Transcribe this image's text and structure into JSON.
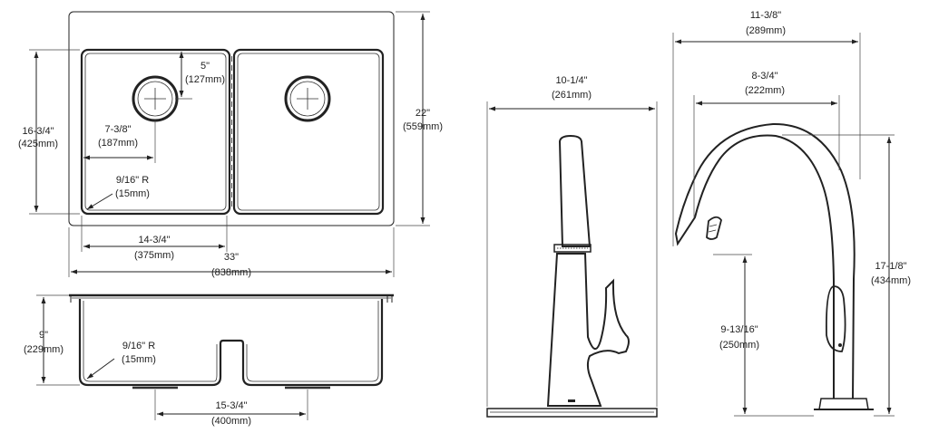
{
  "sink_top": {
    "overall_width": {
      "imperial": "33\"",
      "metric": "(838mm)"
    },
    "overall_depth": {
      "imperial": "22\"",
      "metric": "(559mm)"
    },
    "bowl_depth": {
      "imperial": "16-3/4\"",
      "metric": "(425mm)"
    },
    "bowl_width": {
      "imperial": "14-3/4\"",
      "metric": "(375mm)"
    },
    "drain_from_back": {
      "imperial": "5\"",
      "metric": "(127mm)"
    },
    "drain_from_side": {
      "imperial": "7-3/8\"",
      "metric": "(187mm)"
    },
    "corner_radius": {
      "imperial": "9/16\" R",
      "metric": "(15mm)"
    }
  },
  "sink_side": {
    "bowl_height": {
      "imperial": "9\"",
      "metric": "(229mm)"
    },
    "corner_radius": {
      "imperial": "9/16\" R",
      "metric": "(15mm)"
    },
    "drain_spacing": {
      "imperial": "15-3/4\"",
      "metric": "(400mm)"
    }
  },
  "faucet_front": {
    "base_width": {
      "imperial": "10-1/4\"",
      "metric": "(261mm)"
    }
  },
  "faucet_side": {
    "overall_reach": {
      "imperial": "11-3/8\"",
      "metric": "(289mm)"
    },
    "spout_reach": {
      "imperial": "8-3/4\"",
      "metric": "(222mm)"
    },
    "overall_height": {
      "imperial": "17-1/8\"",
      "metric": "(434mm)"
    },
    "spout_height": {
      "imperial": "9-13/16\"",
      "metric": "(250mm)"
    }
  }
}
